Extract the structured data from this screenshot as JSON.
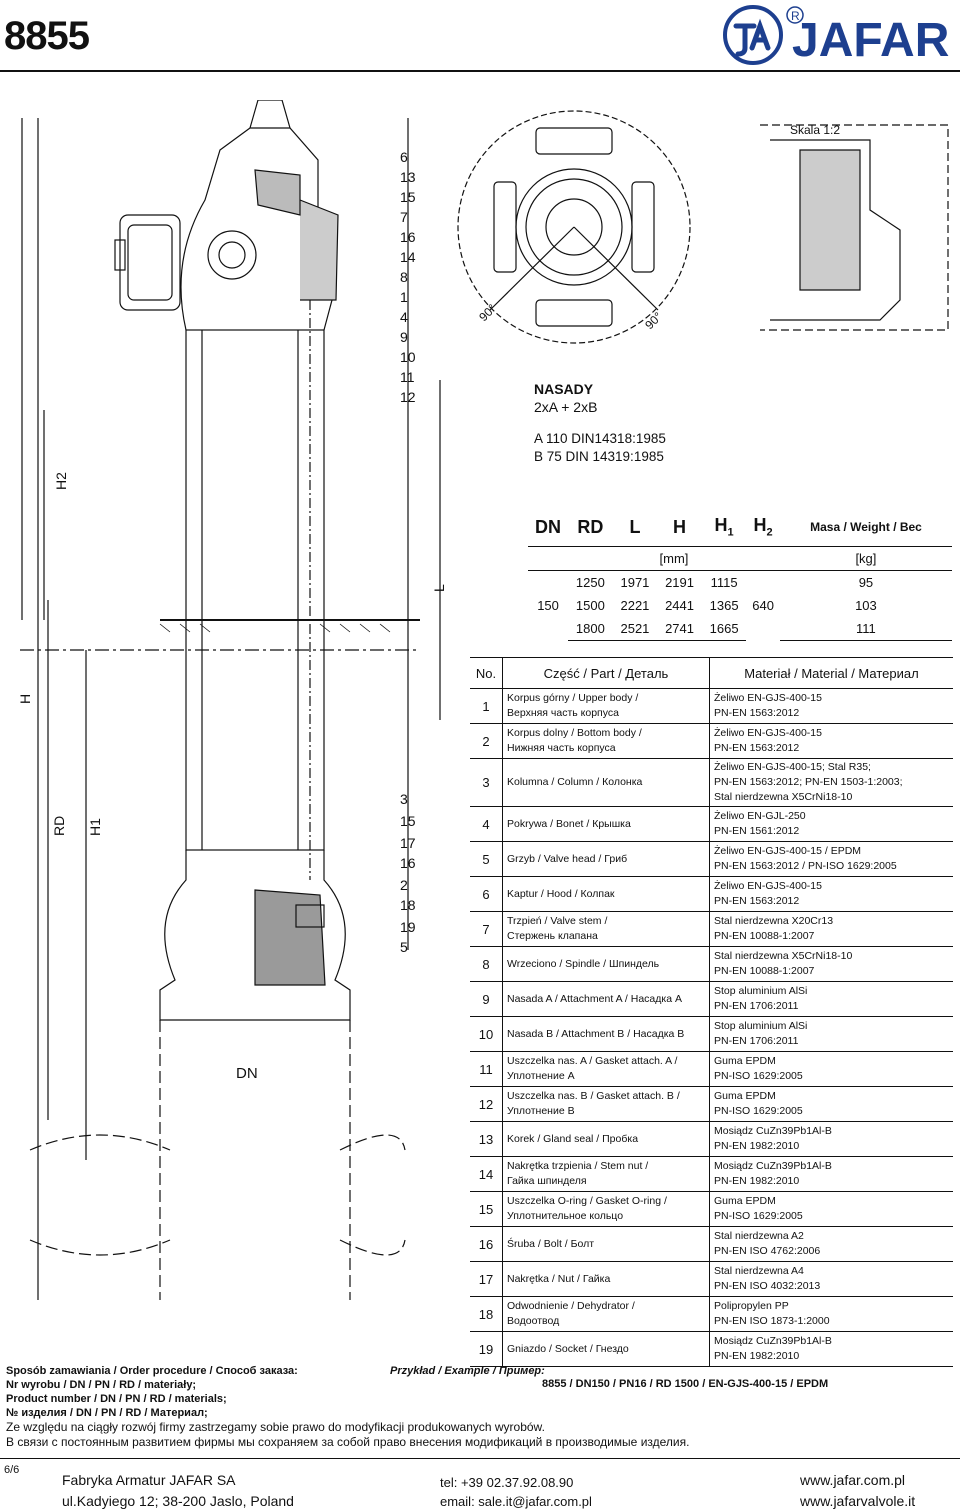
{
  "header": {
    "product_code": "8855",
    "brand": "JAFAR",
    "trademark": "R"
  },
  "drawing": {
    "scale_label": "Skala 1:2",
    "angle_left": "90°",
    "angle_right": "90°",
    "callouts_upper": [
      "6",
      "13",
      "15",
      "7",
      "16",
      "14",
      "8",
      "1",
      "4",
      "9",
      "10",
      "11",
      "12"
    ],
    "callouts_lower": [
      "3",
      "15",
      "17",
      "16",
      "2",
      "18",
      "19",
      "5"
    ],
    "dim_labels": {
      "h2": "H2",
      "l": "L",
      "h": "H",
      "rd": "RD",
      "h1": "H1",
      "dn": "DN"
    }
  },
  "nasady": {
    "title": "NASADY",
    "subtitle": "2xA + 2xB",
    "std_a": "A 110 DIN14318:1985",
    "std_b": "B 75 DIN 14319:1985"
  },
  "dimensions": {
    "headers": [
      "DN",
      "RD",
      "L",
      "H",
      "H",
      "H"
    ],
    "h1_sub": "1",
    "h2_sub": "2",
    "mass_header": "Masa / Weight / Вес",
    "unit_mm": "[mm]",
    "unit_kg": "[kg]",
    "dn": "150",
    "h2": "640",
    "rows": [
      {
        "rd": "1250",
        "l": "1971",
        "h": "2191",
        "h1": "1115",
        "mass": "95"
      },
      {
        "rd": "1500",
        "l": "2221",
        "h": "2441",
        "h1": "1365",
        "mass": "103"
      },
      {
        "rd": "1800",
        "l": "2521",
        "h": "2741",
        "h1": "1665",
        "mass": "111"
      }
    ]
  },
  "parts": {
    "col_no": "No.",
    "col_part": "Część / Part / Деталь",
    "col_material": "Materiał / Material / Материал",
    "rows": [
      {
        "no": "1",
        "part": "Korpus górny / Upper body /\nВерхняя часть корпуса",
        "material": "Żeliwo EN-GJS-400-15\nPN-EN 1563:2012"
      },
      {
        "no": "2",
        "part": "Korpus dolny / Bottom body /\nНижняя часть корпуса",
        "material": "Żeliwo EN-GJS-400-15\nPN-EN 1563:2012"
      },
      {
        "no": "3",
        "part": "Kolumna / Column / Колонка",
        "material": "Żeliwo EN-GJS-400-15; Stal R35;\nPN-EN 1563:2012; PN-EN 1503-1:2003;\nStal nierdzewna X5CrNi18-10"
      },
      {
        "no": "4",
        "part": "Pokrywa / Bonet / Крышка",
        "material": "Żeliwo EN-GJL-250\nPN-EN 1561:2012"
      },
      {
        "no": "5",
        "part": "Grzyb / Valve head / Гриб",
        "material": "Żeliwo EN-GJS-400-15 / EPDM\nPN-EN 1563:2012 / PN-ISO 1629:2005"
      },
      {
        "no": "6",
        "part": "Kaptur / Hood / Колпак",
        "material": "Żeliwo EN-GJS-400-15\nPN-EN 1563:2012"
      },
      {
        "no": "7",
        "part": "Trzpień / Valve stem /\nСтержень клапана",
        "material": "Stal nierdzewna X20Cr13\nPN-EN 10088-1:2007"
      },
      {
        "no": "8",
        "part": "Wrzeciono / Spindle / Шпиндель",
        "material": "Stal nierdzewna X5CrNi18-10\nPN-EN 10088-1:2007"
      },
      {
        "no": "9",
        "part": "Nasada A / Attachment A / Насадка A",
        "material": "Stop aluminium AlSi\nPN-EN 1706:2011"
      },
      {
        "no": "10",
        "part": "Nasada B / Attachment B / Насадка B",
        "material": "Stop aluminium AlSi\nPN-EN 1706:2011"
      },
      {
        "no": "11",
        "part": "Uszczelka nas. A / Gasket attach. A /\nУплотнение A",
        "material": "Guma EPDM\nPN-ISO 1629:2005"
      },
      {
        "no": "12",
        "part": "Uszczelka nas. B / Gasket attach. B /\nУплотнение B",
        "material": "Guma EPDM\nPN-ISO 1629:2005"
      },
      {
        "no": "13",
        "part": "Korek / Gland seal / Пробка",
        "material": "Mosiądz CuZn39Pb1Al-B\nPN-EN 1982:2010"
      },
      {
        "no": "14",
        "part": "Nakrętka trzpienia / Stem nut /\nГайка шпинделя",
        "material": "Mosiądz CuZn39Pb1Al-B\nPN-EN 1982:2010"
      },
      {
        "no": "15",
        "part": "Uszczelka O-ring / Gasket O-ring /\nУплотнительное кольцо",
        "material": "Guma EPDM\nPN-ISO 1629:2005"
      },
      {
        "no": "16",
        "part": "Śruba / Bolt / Болт",
        "material": "Stal nierdzewna A2\nPN-EN ISO 4762:2006"
      },
      {
        "no": "17",
        "part": "Nakrętka / Nut / Гайка",
        "material": "Stal nierdzewna A4\nPN-EN ISO 4032:2013"
      },
      {
        "no": "18",
        "part": "Odwodnienie / Dehydrator /\nВодоотвод",
        "material": "Polipropylen PP\nPN-EN ISO 1873-1:2000"
      },
      {
        "no": "19",
        "part": "Gniazdo / Socket / Гнездо",
        "material": "Mosiądz CuZn39Pb1Al-B\nPN-EN 1982:2010"
      }
    ]
  },
  "order": {
    "line1": "Sposób zamawiania / Order procedure / Способ заказа:",
    "line2": "Nr wyrobu / DN / PN / RD / materiały;",
    "line3": "Product number / DN / PN / RD / materials;",
    "line4": "№ изделия / DN / PN / RD / Материал;",
    "example_label": "Przykład / Example / Пример:",
    "example_value": "8855 / DN150 / PN16 / RD 1500 / EN-GJS-400-15 / EPDM"
  },
  "notice": {
    "pl": "Ze względu na ciągły rozwój firmy zastrzegamy sobie prawo do modyfikacji produkowanych wyrobów.",
    "ru": "В связи с постоянным развитием фирмы мы сохраняем за собой право внесения модификаций в производимые изделия."
  },
  "footer": {
    "page": "6/6",
    "company": "Fabryka Armatur JAFAR SA",
    "address": "ul.Kadyiego 12; 38-200 Jaslo, Poland",
    "tel": "tel: +39 02.37.92.08.90",
    "email": "email: sale.it@jafar.com.pl",
    "web1": "www.jafar.com.pl",
    "web2": "www.jafarvalvole.it"
  }
}
